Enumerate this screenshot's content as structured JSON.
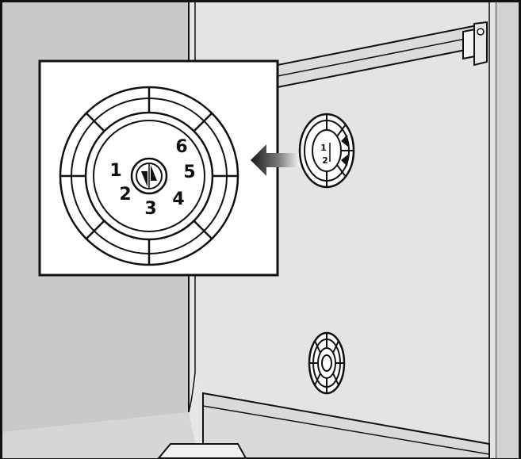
{
  "colors": {
    "outline": "#111111",
    "left_wall": "#c9c9c9",
    "back_wall": "#e6e6e6",
    "inset_background": "#ffffff",
    "arrow_dark": "#2a2a2a",
    "arrow_light": "#ffffff"
  },
  "inset_dial": {
    "numbers": [
      "1",
      "2",
      "3",
      "4",
      "5",
      "6"
    ]
  },
  "wall_dial": {
    "numbers": [
      "1",
      "2"
    ]
  },
  "icons": [
    "dial-inset-icon",
    "arrow-left-icon",
    "upper-spray-dial-icon",
    "lower-spray-nozzle-icon"
  ]
}
